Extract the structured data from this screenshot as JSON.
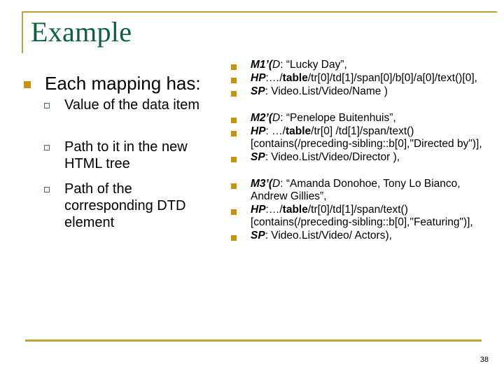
{
  "slide": {
    "title": "Example",
    "page_number": "38",
    "accent_color": "#bfa434",
    "title_color": "#0b6040",
    "bullet_color": "#c8920f",
    "sub_bullet_color": "#4f7050"
  },
  "left_column": {
    "heading": "Each mapping has:",
    "sub_items": [
      {
        "label": "Value of the data item"
      },
      {
        "label": "Path to it in the new HTML tree"
      },
      {
        "label": "Path of the corresponding DTD element"
      }
    ]
  },
  "right_column": {
    "blocks": [
      {
        "id": "mapping-1",
        "lines": [
          {
            "name": "M1",
            "parts": [
              {
                "text": "M1",
                "style": "bold-italic"
              },
              {
                "text": "’(",
                "style": "bold-italic"
              },
              {
                "text": "D",
                "style": "italic"
              },
              {
                "text": ": “Lucky Day”,",
                "style": "regular"
              }
            ]
          },
          {
            "name": "HP1",
            "parts": [
              {
                "text": "HP",
                "style": "bold-italic"
              },
              {
                "text": ":…/",
                "style": "regular"
              },
              {
                "text": "table",
                "style": "bold"
              },
              {
                "text": "/tr[0]/td[1]/span[0]/b[0]/a[0]/text()[0],",
                "style": "regular"
              }
            ]
          },
          {
            "name": "SP1",
            "parts": [
              {
                "text": "SP",
                "style": "bold-italic"
              },
              {
                "text": ": Video.List/Video/Name )",
                "style": "regular"
              }
            ]
          }
        ]
      },
      {
        "id": "mapping-2",
        "lines": [
          {
            "name": "M2",
            "parts": [
              {
                "text": "M2",
                "style": "bold-italic"
              },
              {
                "text": "’(",
                "style": "bold-italic"
              },
              {
                "text": "D",
                "style": "italic"
              },
              {
                "text": ": “Penelope Buitenhuis”,",
                "style": "regular"
              }
            ]
          },
          {
            "name": "HP2",
            "parts": [
              {
                "text": "HP",
                "style": "bold-italic"
              },
              {
                "text": ": …/",
                "style": "regular"
              },
              {
                "text": "table",
                "style": "bold"
              },
              {
                "text": "/tr[0] /td[1]/span/text()[contains(/preceding-sibling::b[0],\"Directed by\")],",
                "style": "regular"
              }
            ]
          },
          {
            "name": "SP2",
            "parts": [
              {
                "text": "SP",
                "style": "bold-italic"
              },
              {
                "text": ": Video.List/Video/Director ),",
                "style": "regular"
              }
            ]
          }
        ]
      },
      {
        "id": "mapping-3",
        "lines": [
          {
            "name": "M3",
            "parts": [
              {
                "text": "M3",
                "style": "bold-italic"
              },
              {
                "text": "’(",
                "style": "bold-italic"
              },
              {
                "text": "D",
                "style": "italic"
              },
              {
                "text": ": “Amanda Donohoe, Tony Lo Bianco, Andrew Gillies”,",
                "style": "regular"
              }
            ]
          },
          {
            "name": "HP3",
            "parts": [
              {
                "text": "HP",
                "style": "bold-italic"
              },
              {
                "text": ":…/",
                "style": "regular"
              },
              {
                "text": "table",
                "style": "bold"
              },
              {
                "text": "/tr[0]/td[1]/span/text()[contains(/preceding-sibling::b[0],\"Featuring\")],",
                "style": "regular"
              }
            ]
          },
          {
            "name": "SP3",
            "parts": [
              {
                "text": "SP",
                "style": "bold-italic"
              },
              {
                "text": ": Video.List/Video/ Actors),",
                "style": "regular"
              }
            ]
          }
        ]
      }
    ]
  }
}
